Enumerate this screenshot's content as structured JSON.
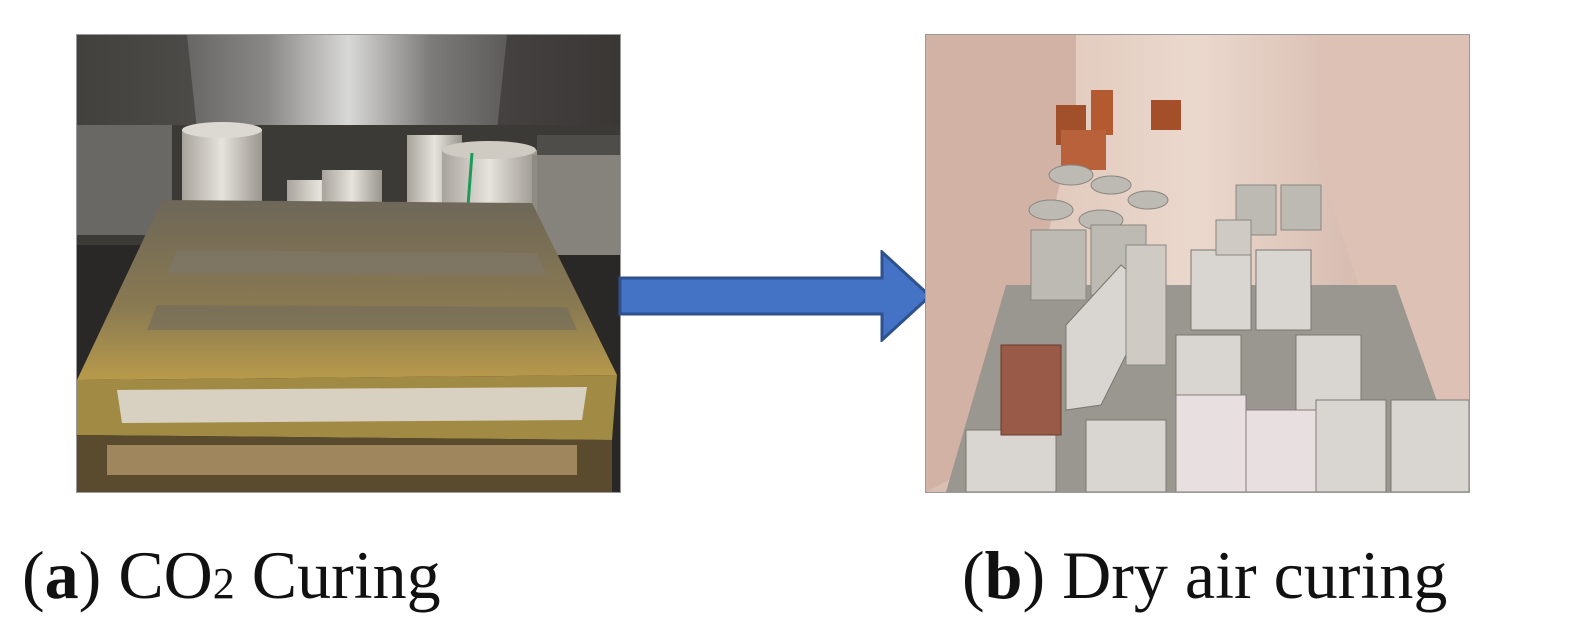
{
  "panel_a": {
    "letter": "a",
    "label_pre": "CO",
    "label_sub": "2",
    "label_post": "Curing"
  },
  "panel_b": {
    "letter": "b",
    "label": "Dry air curing"
  },
  "colors": {
    "arrow": "#4472C4",
    "arrow_stroke": "#2F528F"
  }
}
